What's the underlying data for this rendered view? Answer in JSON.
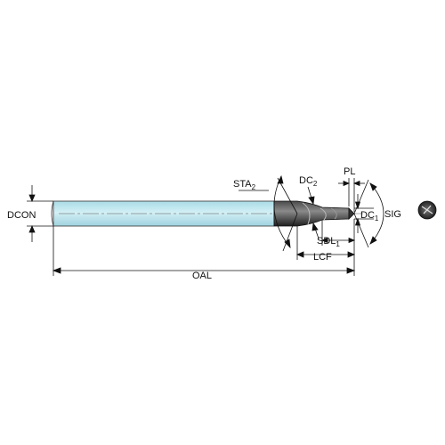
{
  "labels": {
    "dcon": "DCON",
    "oal": "OAL",
    "sta": "STA",
    "sta_sub": "2",
    "dc2": "DC",
    "dc2_sub": "2",
    "pl": "PL",
    "dc1": "DC",
    "dc1_sub": "1",
    "sig": "SIG",
    "sdl": "SDL",
    "sdl_sub": "1",
    "lcf": "LCF"
  },
  "colors": {
    "shank_fill": "#bfe6ee",
    "tool_dark": "#2b2b2b",
    "line": "#111111"
  }
}
